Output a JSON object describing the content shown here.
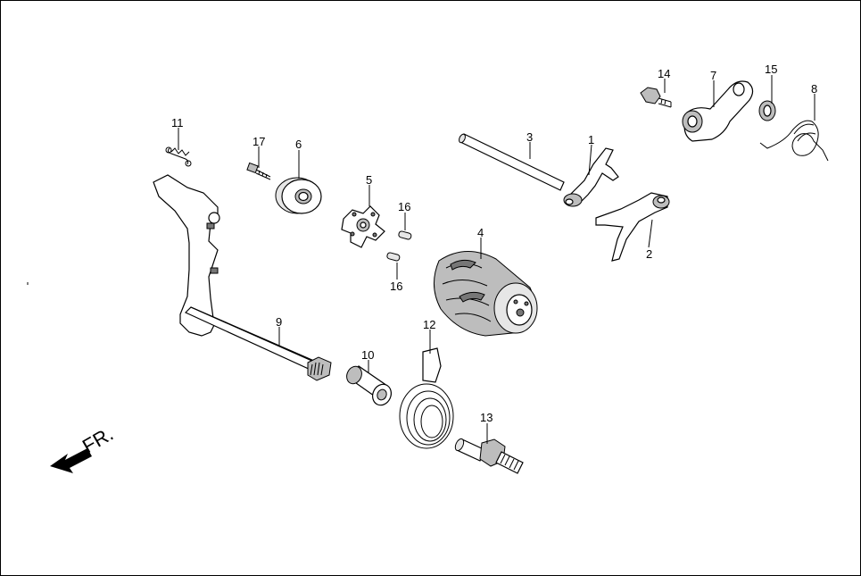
{
  "callouts": [
    {
      "id": "1",
      "text": "1"
    },
    {
      "id": "2",
      "text": "2"
    },
    {
      "id": "3",
      "text": "3"
    },
    {
      "id": "4",
      "text": "4"
    },
    {
      "id": "5",
      "text": "5"
    },
    {
      "id": "6",
      "text": "6"
    },
    {
      "id": "7",
      "text": "7"
    },
    {
      "id": "8",
      "text": "8"
    },
    {
      "id": "9",
      "text": "9"
    },
    {
      "id": "10",
      "text": "10"
    },
    {
      "id": "11",
      "text": "11"
    },
    {
      "id": "12",
      "text": "12"
    },
    {
      "id": "13",
      "text": "13"
    },
    {
      "id": "14",
      "text": "14"
    },
    {
      "id": "15",
      "text": "15"
    },
    {
      "id": "16a",
      "text": "16"
    },
    {
      "id": "16b",
      "text": "16"
    },
    {
      "id": "17",
      "text": "17"
    }
  ],
  "direction": {
    "label": "FR.",
    "icon": "arrow-front-icon"
  }
}
